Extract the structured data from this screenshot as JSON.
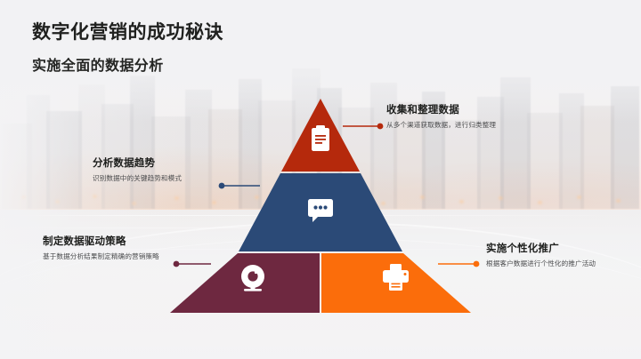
{
  "slide": {
    "title": "数字化营销的成功秘诀",
    "subtitle": "实施全面的数据分析"
  },
  "colors": {
    "tier_top": "#b5290c",
    "tier_middle": "#2b4a77",
    "tier_bottom_left": "#6e2840",
    "tier_bottom_right": "#fb6d0b",
    "background": "#f2f2f4",
    "title_text": "#20211f",
    "desc_text": "#4a4b4d"
  },
  "pyramid": {
    "tiers": [
      {
        "id": "collect",
        "icon": "clipboard-icon",
        "color": "#b5290c",
        "position": "top"
      },
      {
        "id": "analyze",
        "icon": "chat-bubble-icon",
        "color": "#2b4a77",
        "position": "middle"
      },
      {
        "id": "strategy",
        "icon": "webcam-icon",
        "color": "#6e2840",
        "position": "bottom-left"
      },
      {
        "id": "promote",
        "icon": "printer-icon",
        "color": "#fb6d0b",
        "position": "bottom-right"
      }
    ]
  },
  "callouts": [
    {
      "id": "collect",
      "title": "收集和整理数据",
      "desc": "从多个渠道获取数据，进行归类整理",
      "color": "#b5290c",
      "side": "right"
    },
    {
      "id": "analyze",
      "title": "分析数据趋势",
      "desc": "识别数据中的关键趋势和模式",
      "color": "#2b4a77",
      "side": "left"
    },
    {
      "id": "strategy",
      "title": "制定数据驱动策略",
      "desc": "基于数据分析结果制定精确的营销策略",
      "color": "#6e2840",
      "side": "left"
    },
    {
      "id": "promote",
      "title": "实施个性化推广",
      "desc": "根据客户数据进行个性化的推广活动",
      "color": "#fb6d0b",
      "side": "right"
    }
  ]
}
